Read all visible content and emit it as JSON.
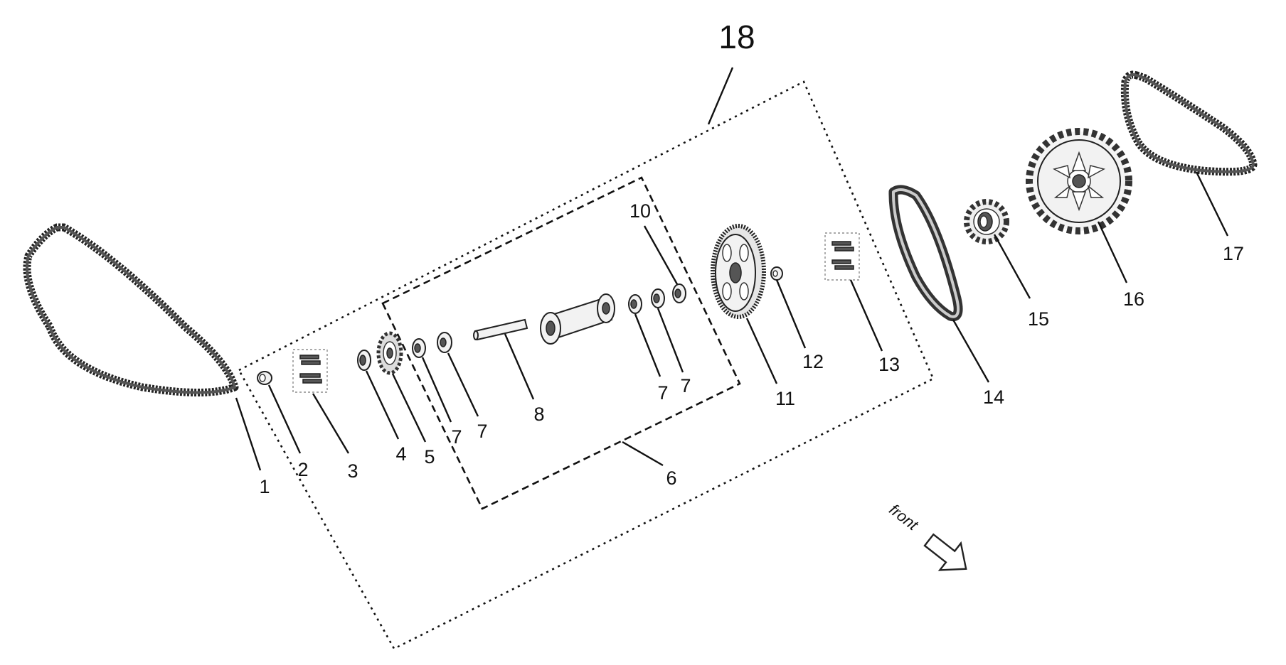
{
  "diagram": {
    "assembly_label": "18",
    "callouts": {
      "c1": "1",
      "c2": "2",
      "c3": "3",
      "c4": "4",
      "c5": "5",
      "c6": "6",
      "c7a": "7",
      "c7b": "7",
      "c7c": "7",
      "c7d": "7",
      "c8": "8",
      "c10": "10",
      "c11": "11",
      "c12": "12",
      "c13": "13",
      "c14": "14",
      "c15": "15",
      "c16": "16",
      "c17": "17"
    },
    "direction_label": "front"
  }
}
